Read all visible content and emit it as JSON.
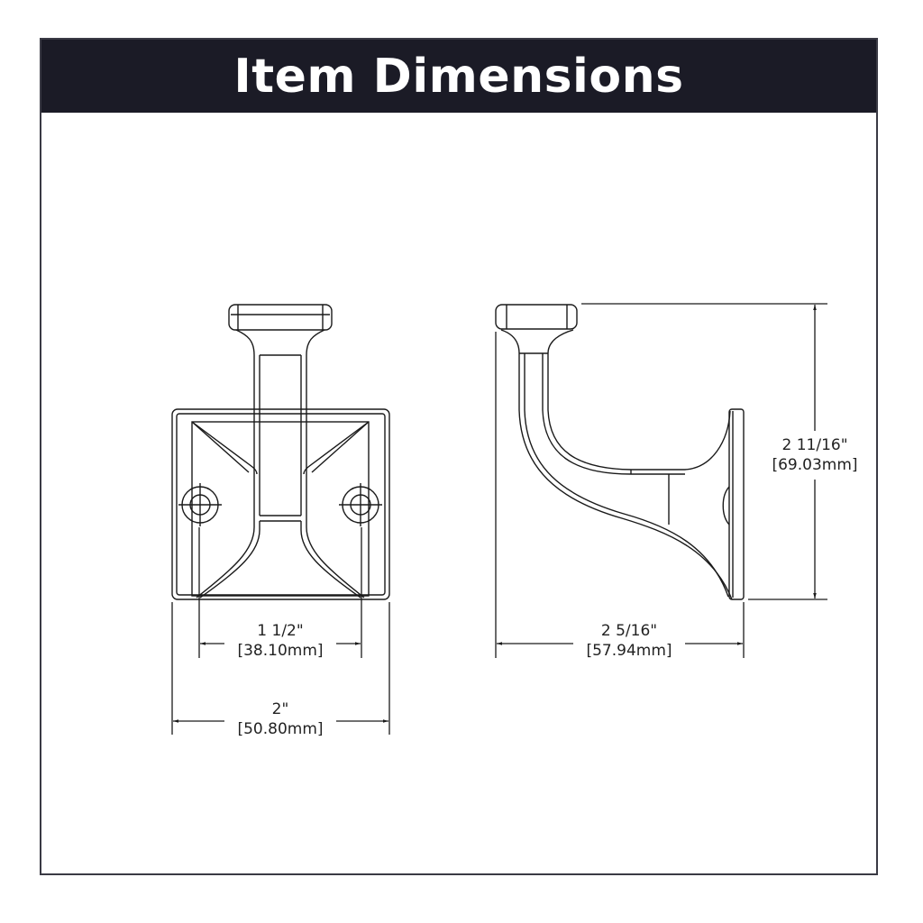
{
  "header": {
    "title": "Item Dimensions"
  },
  "colors": {
    "header_bg": "#1b1b26",
    "header_text": "#ffffff",
    "line": "#1a1a1a"
  },
  "front_view": {
    "hole_spacing": {
      "imperial": "1 1/2\"",
      "metric": "[38.10mm]"
    },
    "overall_width": {
      "imperial": "2\"",
      "metric": "[50.80mm]"
    }
  },
  "side_view": {
    "projection": {
      "imperial": "2 5/16\"",
      "metric": "[57.94mm]"
    },
    "height": {
      "imperial": "2 11/16\"",
      "metric": "[69.03mm]"
    }
  }
}
